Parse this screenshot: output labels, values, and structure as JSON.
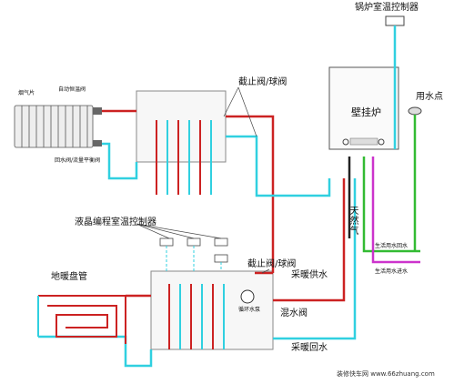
{
  "labels": {
    "boiler_thermostat": "锅炉室温控制器",
    "wall_boiler": "壁挂炉",
    "water_point": "用水点",
    "shutoff_ball_valve_top": "截止阀/球阀",
    "smoke_flue": "烟气片",
    "auto_temp_valve": "自动恒温阀",
    "return_valve": "回水阀/流量平衡阀",
    "lcd_thermostat": "液晶编程室温控制器",
    "floor_coil": "地暖盘管",
    "shutoff_ball_valve_bottom": "截止阀/球阀",
    "heating_supply": "采暖供水",
    "circulation_pump": "循环水泵",
    "mixing_valve": "混水阀",
    "heating_return": "采暖回水",
    "natural_gas": "天然气",
    "dhw_return": "生活用水回水",
    "dhw_supply": "生活用水进水",
    "watermark": "装修快车网 www.66zhuang.com"
  },
  "colors": {
    "supply": "#cc2222",
    "return": "#30d0e0",
    "gas": "#222222",
    "dhw": "#33bb33",
    "dhw_return": "#cc33cc",
    "box": "#888888"
  }
}
